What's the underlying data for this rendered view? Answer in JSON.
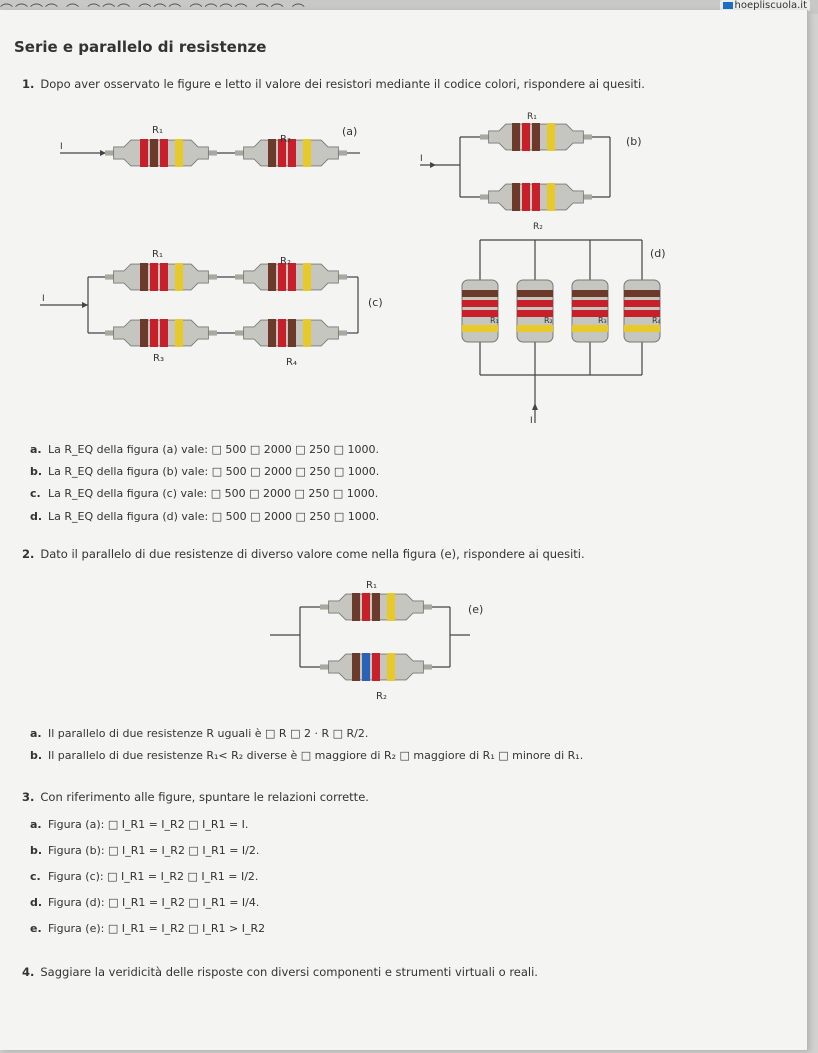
{
  "header": {
    "site": "hoepliscuola.it"
  },
  "title": "Serie e parallelo di resistenze",
  "q1": {
    "num": "1.",
    "text": "Dopo aver osservato le figure e letto il valore dei resistori mediante il codice colori, rispondere ai quesiti.",
    "answers": [
      {
        "letter": "a.",
        "text": "La R_EQ della figura (a) vale: □ 500 □ 2000 □ 250 □ 1000."
      },
      {
        "letter": "b.",
        "text": "La R_EQ della figura (b) vale: □ 500 □ 2000 □ 250 □ 1000."
      },
      {
        "letter": "c.",
        "text": "La R_EQ della figura (c) vale: □ 500 □ 2000 □ 250 □ 1000."
      },
      {
        "letter": "d.",
        "text": "La R_EQ della figura (d) vale: □ 500 □ 2000 □ 250 □ 1000."
      }
    ]
  },
  "q2": {
    "num": "2.",
    "text": "Dato il parallelo di due resistenze di diverso valore come nella figura (e), rispondere ai quesiti.",
    "answers": [
      {
        "letter": "a.",
        "text": "Il parallelo di due resistenze R uguali è □ R □ 2 · R □ R/2."
      },
      {
        "letter": "b.",
        "text": "Il parallelo di due resistenze R₁< R₂ diverse è □ maggiore di R₂ □ maggiore di R₁ □ minore di R₁."
      }
    ]
  },
  "q3": {
    "num": "3.",
    "text": "Con riferimento alle figure, spuntare le relazioni corrette.",
    "answers": [
      {
        "letter": "a.",
        "text": "Figura (a): □ I_R1 = I_R2  □ I_R1 = I."
      },
      {
        "letter": "b.",
        "text": "Figura (b): □ I_R1 = I_R2  □ I_R1 = I/2."
      },
      {
        "letter": "c.",
        "text": "Figura (c): □ I_R1 = I_R2  □ I_R1 = I/2."
      },
      {
        "letter": "d.",
        "text": "Figura (d): □ I_R1 = I_R2  □ I_R1 = I/4."
      },
      {
        "letter": "e.",
        "text": "Figura (e): □ I_R1 = I_R2  □ I_R1 > I_R2"
      }
    ]
  },
  "q4": {
    "num": "4.",
    "text": "Saggiare la veridicità delle risposte con diversi componenti e strumenti virtuali o reali."
  },
  "figures": {
    "a": {
      "label": "(a)",
      "r1": "R₁",
      "r2": "R₂",
      "i": "I"
    },
    "b": {
      "label": "(b)",
      "r1": "R₁",
      "r2": "R₂",
      "i": "I"
    },
    "c": {
      "label": "(c)",
      "r1": "R₁",
      "r2": "R₂",
      "r3": "R₃",
      "r4": "R₄",
      "i": "I"
    },
    "d": {
      "label": "(d)",
      "r1": "R₁",
      "r2": "R₂",
      "r3": "R₃",
      "r4": "R₄",
      "i": "I"
    },
    "e": {
      "label": "(e)",
      "r1": "R₁",
      "r2": "R₂"
    }
  },
  "colors": {
    "body": "#c9c9c4",
    "brown": "#6b3a2a",
    "red": "#c8202a",
    "blue": "#2a62b8",
    "yellow": "#e8c92a",
    "gold": "#d8b83a"
  }
}
